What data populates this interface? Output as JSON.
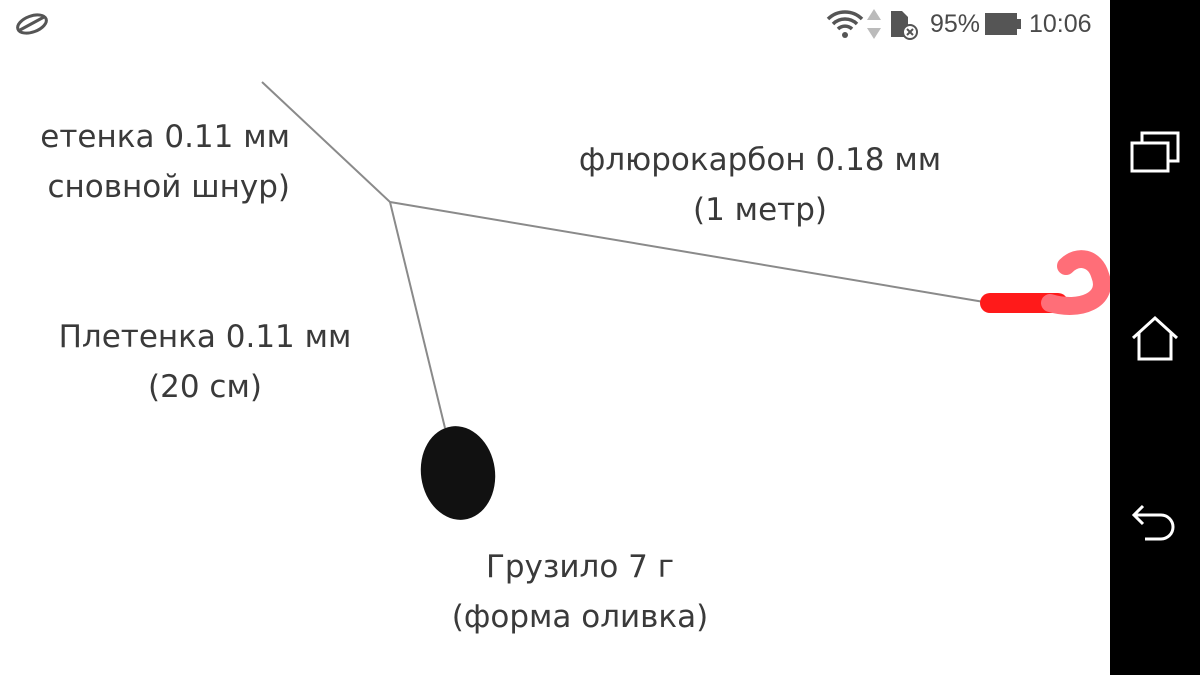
{
  "status_bar": {
    "notification_icon": "app-notification-icon",
    "battery_percent": "95%",
    "time": "10:06",
    "icons": [
      "wifi-icon",
      "data-arrows-icon",
      "sd-card-icon",
      "battery-icon"
    ]
  },
  "diagram": {
    "main_line": {
      "line1": "етенка 0.11 мм",
      "line2": "сновной шнур)"
    },
    "leader": {
      "line1": "флюрокарбон 0.18 мм",
      "line2": "(1 метр)"
    },
    "dropper": {
      "line1": "Плетенка 0.11 мм",
      "line2": "(20 см)"
    },
    "sinker": {
      "line1": "Грузило 7 г",
      "line2": "(форма оливка)"
    },
    "lure_color": "#ff1a1a",
    "lure_tail_color": "#ff6e78",
    "sinker_color": "#111111"
  },
  "nav_bar": {
    "buttons": [
      "recent-apps-icon",
      "home-icon",
      "back-icon"
    ]
  }
}
